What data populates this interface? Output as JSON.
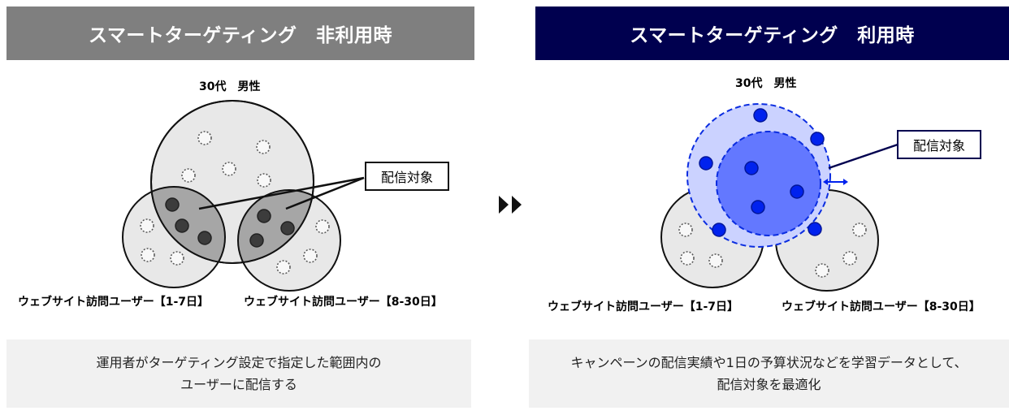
{
  "left_panel": {
    "title": "スマートターゲティング　非利用時",
    "header_color": "#7f7f7f",
    "top_label": "30代　男性",
    "callout": "配信対象",
    "label_1_7": "ウェブサイト訪問ユーザー【1-7日】",
    "label_8_30": "ウェブサイト訪問ユーザー【8-30日】",
    "caption_line1": "運用者がターゲティング設定で指定した範囲内の",
    "caption_line2": "ユーザーに配信する"
  },
  "arrow": {
    "icon": "double-play-arrow-icon"
  },
  "right_panel": {
    "title": "スマートターゲティング　利用時",
    "header_color": "#00004f",
    "top_label": "30代　男性",
    "callout": "配信対象",
    "label_1_7": "ウェブサイト訪問ユーザー【1-7日】",
    "label_8_30": "ウェブサイト訪問ユーザー【8-30日】",
    "caption_line1": "キャンペーンの配信実績や1日の予算状況などを学習データとして、",
    "caption_line2": "配信対象を最適化",
    "accent_color": "#0022ee"
  }
}
